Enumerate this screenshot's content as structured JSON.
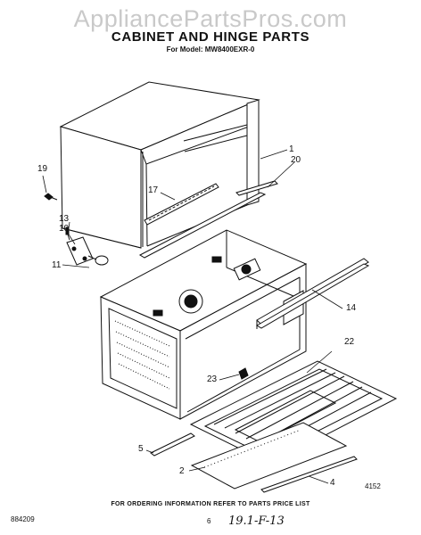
{
  "watermark": "AppliancePartsPros.com",
  "title": "CABINET AND HINGE PARTS",
  "model_line": "For Model: MW8400EXR-0",
  "callouts": {
    "c1": "1",
    "c20": "20",
    "c19": "19",
    "c17": "17",
    "c13": "13",
    "c10": "10",
    "c11": "11",
    "c14": "14",
    "c22": "22",
    "c23": "23",
    "c5": "5",
    "c2": "2",
    "c4": "4"
  },
  "footer": "FOR ORDERING INFORMATION REFER TO PARTS PRICE LIST",
  "code_left": "884209",
  "code_right": "4152",
  "page_number": "6",
  "handwritten_note": "19.1-F-13"
}
